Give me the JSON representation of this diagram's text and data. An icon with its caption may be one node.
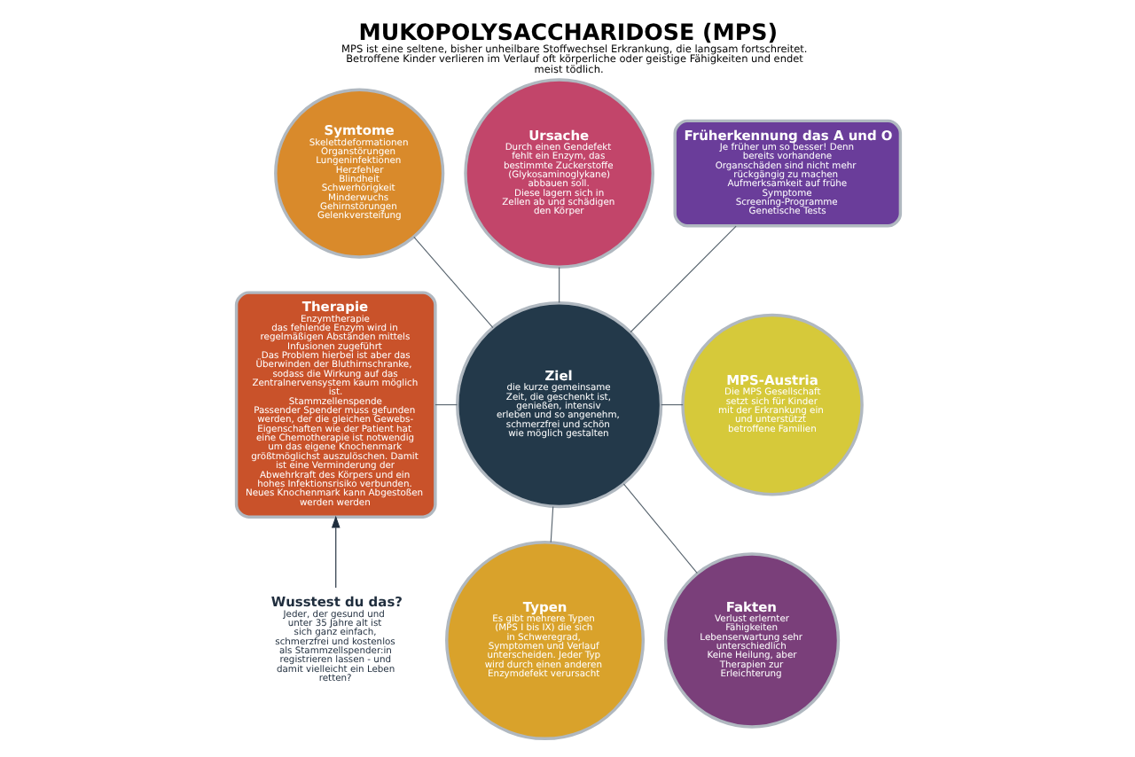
{
  "diagram": {
    "title": "MUKOPOLYSACCHARIDOSE (MPS)",
    "caption": "MPS ist eine seltene, bisher unheilbare Stoffwechsel Erkrankung, die langsam fortschreitet. Betroffene Kinder verlieren im Verlauf oft körperliche oder geistige Fähigkeiten und endet meist tödlich.",
    "nodes": [
      {
        "text": [
          "Therapie",
          "Enzymtherapie",
          "das fehlende Enzym wird in regelmäßigen Abständen mittels Infusionen zugeführt",
          "Das Problem hierbei ist aber das Überwinden der Bluthirnschranke, sodass die Wirkung auf das Zentralnervensystem kaum möglich ist.",
          "Stammzellenspende",
          "Passender Spender muss gefunden werden, der die gleichen Gewebs-Eigenschaften wie der Patient hat",
          "eine Chemotherapie ist notwendig um das eigene Knochenmark größtmöglichst auszulöschen. Damit ist eine Verminderung der Abwehrkraft des Körpers und ein hohes Infektionsrisiko verbunden.",
          "Neues Knochenmark kann Abgestoßen werden werden"
        ]
      },
      {
        "text": [
          "Symtome",
          "Skelettdeformationen",
          "Organstörungen",
          "Lungeninfektionen",
          "Herzfehler",
          "Blindheit",
          "Schwerhörigkeit",
          "Minderwuchs",
          "Gehirnstörungen",
          "Gelenkversteifung"
        ]
      },
      {
        "text": [
          "Ursache",
          "Durch einen Gendefekt fehlt ein Enzym, das bestimmte Zuckerstoffe (Glykosaminoglykane) abbauen soll.",
          "Diese lagern sich in Zellen ab und schädigen den Körper"
        ]
      },
      {
        "text": [
          "Früherkennung das A und O",
          "Je früher um so besser! Denn bereits vorhandene Organschäden sind nicht mehr rückgängig zu machen",
          "Aufmerksamkeit auf frühe Symptome",
          "Screening-Programme",
          "Genetische Tests"
        ]
      },
      {
        "text": [
          "Ziel",
          "die kurze gemeinsame Zeit, die geschenkt ist, genießen, intensiv erleben und so angenehm, schmerzfrei und schön wie möglich gestalten"
        ]
      },
      {
        "text": [
          "MPS-Austria",
          "Die MPS Gesellschaft setzt sich für Kinder mit der Erkrankung ein und unterstützt betroffene Familien"
        ]
      },
      {
        "text": [
          "Wusstest du das?",
          "Jeder, der gesund und unter 35 Jahre alt ist sich ganz einfach, schmerzfrei und kostenlos als Stammzellspender:in registrieren lassen - und damit vielleicht ein Leben retten?"
        ]
      },
      {
        "text": [
          "Typen",
          "Es gibt mehrere Typen (MPS I bis IX) die sich in Schweregrad, Symptomen und Verlauf unterscheiden. Jeder Typ wird durch einen anderen Enzymdefekt verursacht"
        ]
      },
      {
        "text": [
          "Fakten",
          "Verlust erlernter Fähigkeiten",
          "Lebenserwartung sehr unterschiedlich",
          "Keine Heilung, aber Therapien zur Erleichterung"
        ]
      }
    ],
    "edges": [
      {
        "from": 1,
        "to": 4,
        "arrow": "none"
      },
      {
        "from": 2,
        "to": 4,
        "arrow": "none"
      },
      {
        "from": 3,
        "to": 4,
        "arrow": "none"
      },
      {
        "from": 0,
        "to": 4,
        "arrow": "none"
      },
      {
        "from": 4,
        "to": 5,
        "arrow": "none"
      },
      {
        "from": 4,
        "to": 7,
        "arrow": "none"
      },
      {
        "from": 4,
        "to": 8,
        "arrow": "none"
      },
      {
        "from": 6,
        "to": 0,
        "arrow": "to",
        "color": "#1f2d3d"
      }
    ]
  }
}
